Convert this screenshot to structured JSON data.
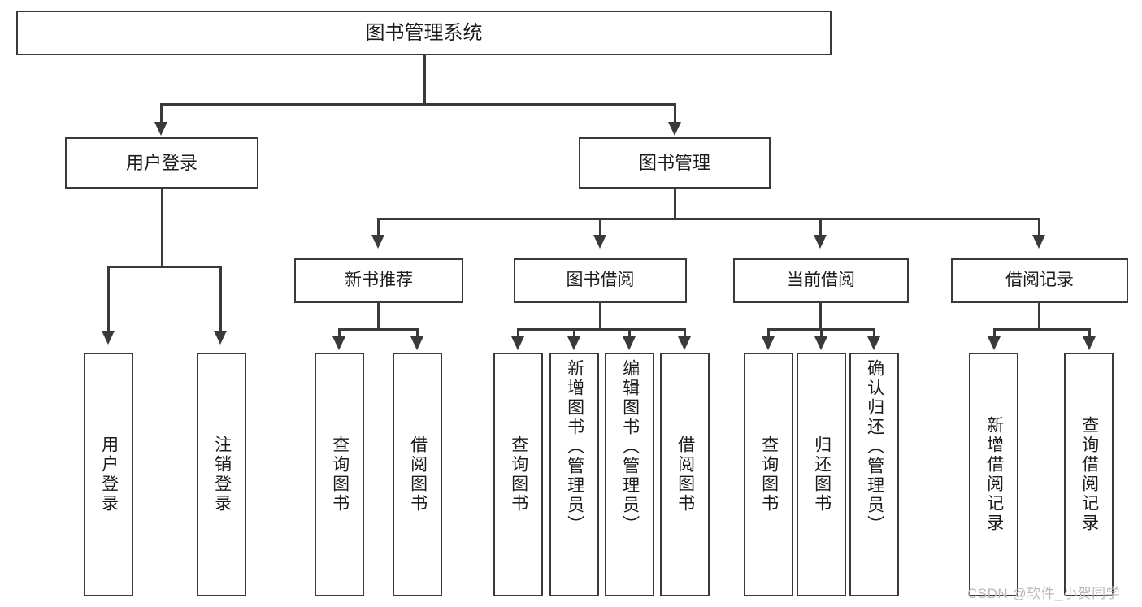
{
  "diagram": {
    "title": "图书管理系统",
    "type": "hierarchy-tree",
    "watermark": "CSDN @软件_小贺同学",
    "colors": {
      "box_border": "#3a3a3a",
      "box_fill": "#ffffff",
      "connector": "#3a3a3a",
      "text": "#1b1b1b",
      "watermark": "#b9b9b9"
    },
    "root": {
      "label": "图书管理系统"
    },
    "level1": [
      {
        "label": "用户登录"
      },
      {
        "label": "图书管理"
      }
    ],
    "level2": [
      {
        "label": "新书推荐"
      },
      {
        "label": "图书借阅"
      },
      {
        "label": "当前借阅"
      },
      {
        "label": "借阅记录"
      }
    ],
    "leaves": {
      "user_login": [
        {
          "label": "用户登录"
        },
        {
          "label": "注销登录"
        }
      ],
      "new_book_recommend": [
        {
          "label": "查询图书"
        },
        {
          "label": "借阅图书"
        }
      ],
      "book_borrow": [
        {
          "label": "查询图书"
        },
        {
          "label": "新增图书（管理员）"
        },
        {
          "label": "编辑图书（管理员）"
        },
        {
          "label": "借阅图书"
        }
      ],
      "current_borrow": [
        {
          "label": "查询图书"
        },
        {
          "label": "归还图书"
        },
        {
          "label": "确认归还（管理员）"
        }
      ],
      "borrow_records": [
        {
          "label": "新增借阅记录"
        },
        {
          "label": "查询借阅记录"
        }
      ]
    }
  }
}
